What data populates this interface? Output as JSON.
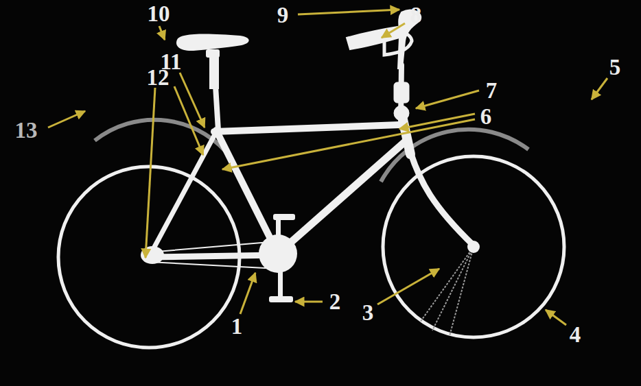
{
  "diagram": {
    "labels": [
      "10",
      "9",
      "8",
      "11",
      "7",
      "12",
      "6",
      "13",
      "5",
      "3",
      "2",
      "1",
      "4"
    ]
  }
}
